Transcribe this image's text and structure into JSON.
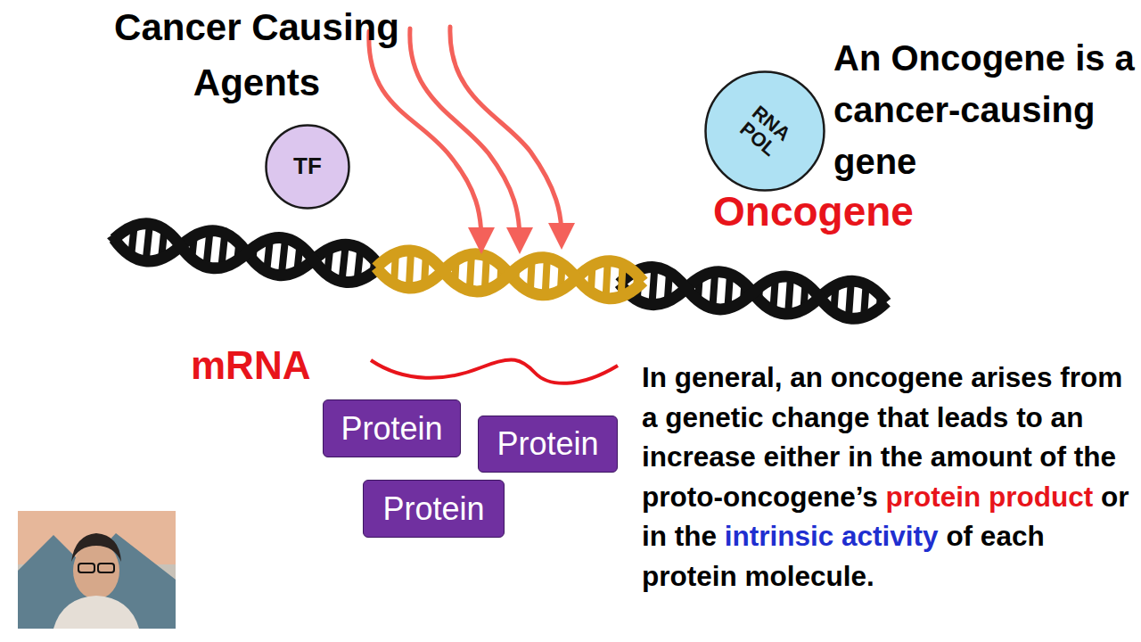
{
  "diagram": {
    "nodes": [
      {
        "text": [
          "TF"
        ]
      },
      {
        "text": [
          "RNA POL"
        ]
      },
      {
        "text": [
          "Protein"
        ]
      },
      {
        "text": [
          "Protein"
        ]
      },
      {
        "text": [
          "Protein"
        ]
      }
    ],
    "labels": [
      "Cancer Causing Agents",
      "An Oncogene is a cancer-causing gene",
      "Oncogene",
      "mRNA",
      "In general, an oncogene arises from a genetic change that leads to an increase either in the amount of the proto-oncogene’s",
      "protein product",
      "or in the",
      "intrinsic activity",
      "of each protein molecule."
    ]
  }
}
